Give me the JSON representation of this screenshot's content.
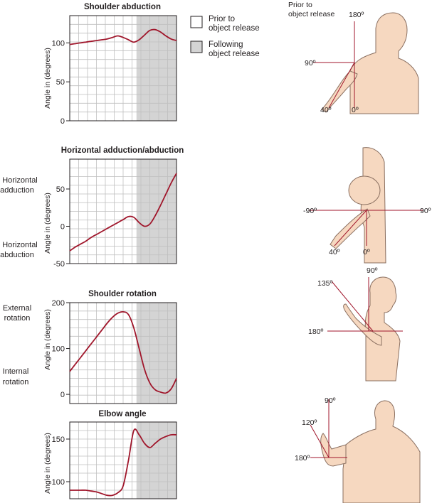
{
  "colors": {
    "curve": "#a0162b",
    "grid": "#bfbfbf",
    "frame": "#231f20",
    "following_shade": "#d4d4d4",
    "skin": "#f6d8c0",
    "skin_outline": "#8a6f60",
    "angle_line": "#a0162b"
  },
  "legend": {
    "prior": "Prior to object release",
    "prior_lines": [
      "Prior to",
      "object release"
    ],
    "following": "Following object release",
    "following_lines": [
      "Following",
      "object release"
    ]
  },
  "side_labels": {
    "horizontal_adduction": [
      "Horizontal",
      "adduction"
    ],
    "horizontal_abduction": [
      "Horizontal",
      "abduction"
    ],
    "external_rotation": [
      "External",
      "rotation"
    ],
    "internal_rotation": [
      "Internal",
      "rotation"
    ]
  },
  "figure_labels": {
    "prior_caption": [
      "Prior to",
      "object release"
    ],
    "abduction": {
      "top": "180º",
      "left": "90º",
      "low": "40º",
      "zero": "0º"
    },
    "horizontal": {
      "neg": "-90º",
      "pos": "90º",
      "low": "40º",
      "zero": "0º"
    },
    "rotation": {
      "top": "90º",
      "mid": "135º",
      "left": "180º"
    },
    "elbow": {
      "top": "90º",
      "mid": "120º",
      "left": "180º"
    }
  },
  "chart_data": [
    {
      "type": "line",
      "title": "Shoulder abduction",
      "ylabel": "Angle in (degrees)",
      "xlabel": "",
      "ylim": [
        0,
        135
      ],
      "yticks": [
        0,
        50,
        100
      ],
      "grid": true,
      "shaded_from_x": 0.625,
      "x": [
        0,
        0.05,
        0.1,
        0.15,
        0.2,
        0.25,
        0.3,
        0.35,
        0.4,
        0.45,
        0.5,
        0.55,
        0.6,
        0.65,
        0.7,
        0.75,
        0.8,
        0.85,
        0.9,
        0.95,
        1.0
      ],
      "y": [
        98,
        99,
        100,
        101,
        102,
        103,
        104,
        105,
        107,
        109,
        107,
        104,
        101,
        104,
        110,
        116,
        117,
        114,
        109,
        105,
        103
      ]
    },
    {
      "type": "line",
      "title": "Horizontal adduction/abduction",
      "ylabel": "Angle in (degrees)",
      "xlabel": "",
      "ylim": [
        -50,
        90
      ],
      "yticks": [
        -50,
        0,
        50
      ],
      "grid": true,
      "shaded_from_x": 0.625,
      "x": [
        0,
        0.05,
        0.1,
        0.15,
        0.2,
        0.25,
        0.3,
        0.35,
        0.4,
        0.45,
        0.5,
        0.55,
        0.6,
        0.65,
        0.7,
        0.75,
        0.8,
        0.85,
        0.9,
        0.95,
        1.0
      ],
      "y": [
        -33,
        -28,
        -24,
        -20,
        -15,
        -11,
        -7,
        -3,
        1,
        5,
        9,
        13,
        12,
        5,
        0,
        3,
        14,
        28,
        43,
        58,
        71
      ]
    },
    {
      "type": "line",
      "title": "Shoulder rotation",
      "ylabel": "Angle in (degrees)",
      "xlabel": "",
      "ylim": [
        -20,
        200
      ],
      "yticks": [
        0,
        100,
        200
      ],
      "grid": true,
      "shaded_from_x": 0.625,
      "x": [
        0,
        0.05,
        0.1,
        0.15,
        0.2,
        0.25,
        0.3,
        0.35,
        0.4,
        0.45,
        0.5,
        0.55,
        0.6,
        0.65,
        0.7,
        0.75,
        0.8,
        0.85,
        0.9,
        0.95,
        1.0
      ],
      "y": [
        50,
        65,
        80,
        95,
        110,
        125,
        140,
        155,
        168,
        177,
        180,
        174,
        145,
        100,
        55,
        25,
        10,
        5,
        3,
        12,
        35
      ]
    },
    {
      "type": "line",
      "title": "Elbow angle",
      "ylabel": "Angle in (degrees)",
      "xlabel": "",
      "ylim": [
        80,
        170
      ],
      "yticks": [
        100,
        150
      ],
      "grid": true,
      "shaded_from_x": 0.625,
      "x": [
        0,
        0.05,
        0.1,
        0.15,
        0.2,
        0.25,
        0.3,
        0.35,
        0.4,
        0.45,
        0.5,
        0.55,
        0.6,
        0.65,
        0.7,
        0.75,
        0.8,
        0.85,
        0.9,
        0.95,
        1.0
      ],
      "y": [
        90,
        90,
        90,
        90,
        89,
        88,
        86,
        84,
        84,
        87,
        95,
        125,
        160,
        155,
        145,
        140,
        145,
        150,
        153,
        155,
        155
      ]
    }
  ]
}
